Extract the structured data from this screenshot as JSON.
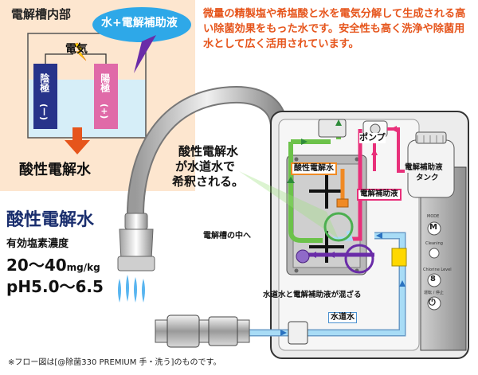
{
  "cell_title": "電解槽内部",
  "bubble": "水+電解補助液",
  "electricity": "電気",
  "cathode": [
    "陰極",
    "(ー)"
  ],
  "anode": [
    "陽極",
    "(+)"
  ],
  "cell_result": "酸性電解水",
  "description": "微量の精製塩や希塩酸と水を電気分解して生成される高い除菌効果をもった水です。安全性も高く洗浄や除菌用水として広く活用されています。",
  "spec": {
    "title": "酸性電解水",
    "chlorine_label": "有効塩素濃度",
    "chlorine_value": "20〜40",
    "chlorine_unit": "mg/kg",
    "ph": "pH5.0〜6.5"
  },
  "dilution_note": [
    "酸性電解水",
    "が水道水で",
    "希釈される。"
  ],
  "labels": {
    "pump": "ポンプ",
    "tank": [
      "電解補助液",
      "タンク"
    ],
    "acidic_water": "酸性電解水",
    "aux_liquid": "電解補助液",
    "inside_cell": "電解槽の中へ",
    "mixing": "水道水と電解補助液が混ざる",
    "tap_water": "水道水"
  },
  "panel": {
    "buttons": [
      "M",
      "8",
      "⏻"
    ],
    "captions": [
      "MODE",
      "Cleaning",
      "Chlorine Level",
      "運転 / 停止"
    ]
  },
  "footnote": "※フロー図は[@除菌330 PREMIUM 手・洗う]のものです。",
  "colors": {
    "orange": "#e6551c",
    "navy": "#1a2e6e",
    "green": "#4caf50",
    "pink": "#e0307a",
    "purple": "#6a2ca8",
    "light_blue": "#8ed0f0"
  }
}
